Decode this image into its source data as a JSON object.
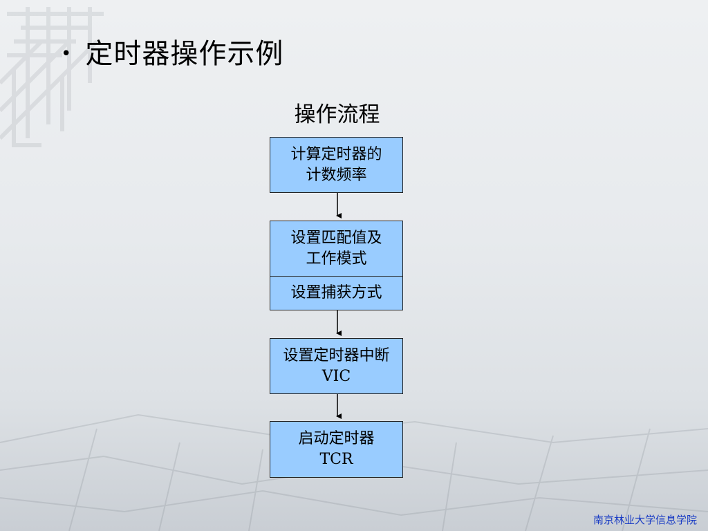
{
  "slide": {
    "bullet": "•",
    "title": "定时器操作示例",
    "footer": "南京林业大学信息学院"
  },
  "flowchart": {
    "heading": "操作流程",
    "steps": [
      {
        "line1": "计算定时器的",
        "line2": "计数频率"
      },
      {
        "line1": "设置匹配值及",
        "line2": "工作模式"
      },
      {
        "line1": "设置捕获方式"
      },
      {
        "line1": "设置定时器中断",
        "line2": "VIC"
      },
      {
        "line1": "启动定时器",
        "line2": "TCR"
      }
    ],
    "colors": {
      "box_fill": "#99ccff",
      "box_border": "#222222",
      "footer_text": "#1a3cc4"
    }
  }
}
